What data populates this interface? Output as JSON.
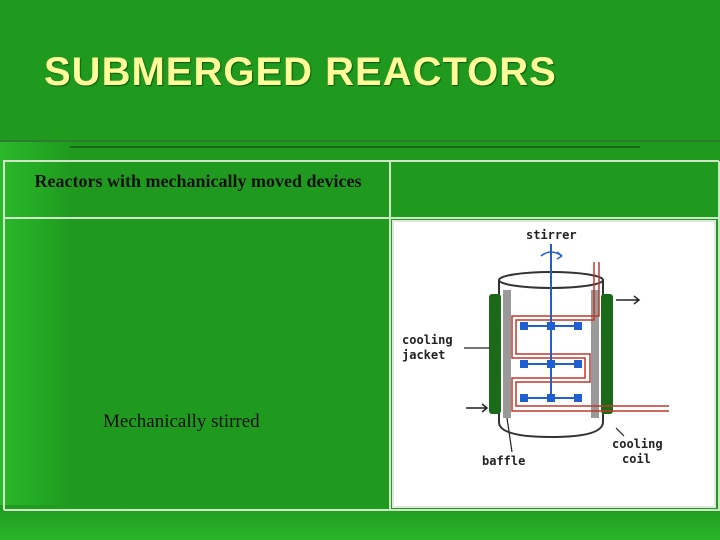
{
  "slide": {
    "title": "SUBMERGED REACTORS"
  },
  "table": {
    "header_left": "Reactors with mechanically moved devices",
    "header_right": "",
    "row1_left": "Mechanically stirred"
  },
  "diagram": {
    "labels": {
      "stirrer": "stirrer",
      "cooling_jacket_line1": "cooling",
      "cooling_jacket_line2": "jacket",
      "baffle": "baffle",
      "cooling_coil_line1": "cooling",
      "cooling_coil_line2": "coil"
    }
  },
  "colors": {
    "background": "#1f9a1f",
    "title": "#ffff99",
    "jacket": "#1a6a1a",
    "coil": "#c0392b",
    "stirrer": "#1f5fd1"
  }
}
